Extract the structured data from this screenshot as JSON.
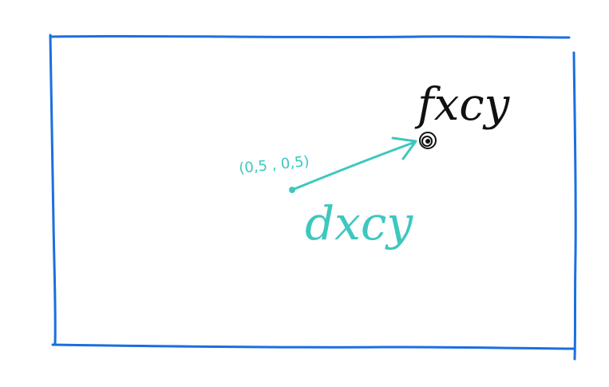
{
  "colors": {
    "frame": "#1a6fe0",
    "annotation": "#3ec7bf",
    "ink": "#111111",
    "background": "#ffffff"
  },
  "labels": {
    "start_coordinate": "(0,5 , 0,5)",
    "target_label": "fxcy",
    "offset_label": "dxcy"
  }
}
